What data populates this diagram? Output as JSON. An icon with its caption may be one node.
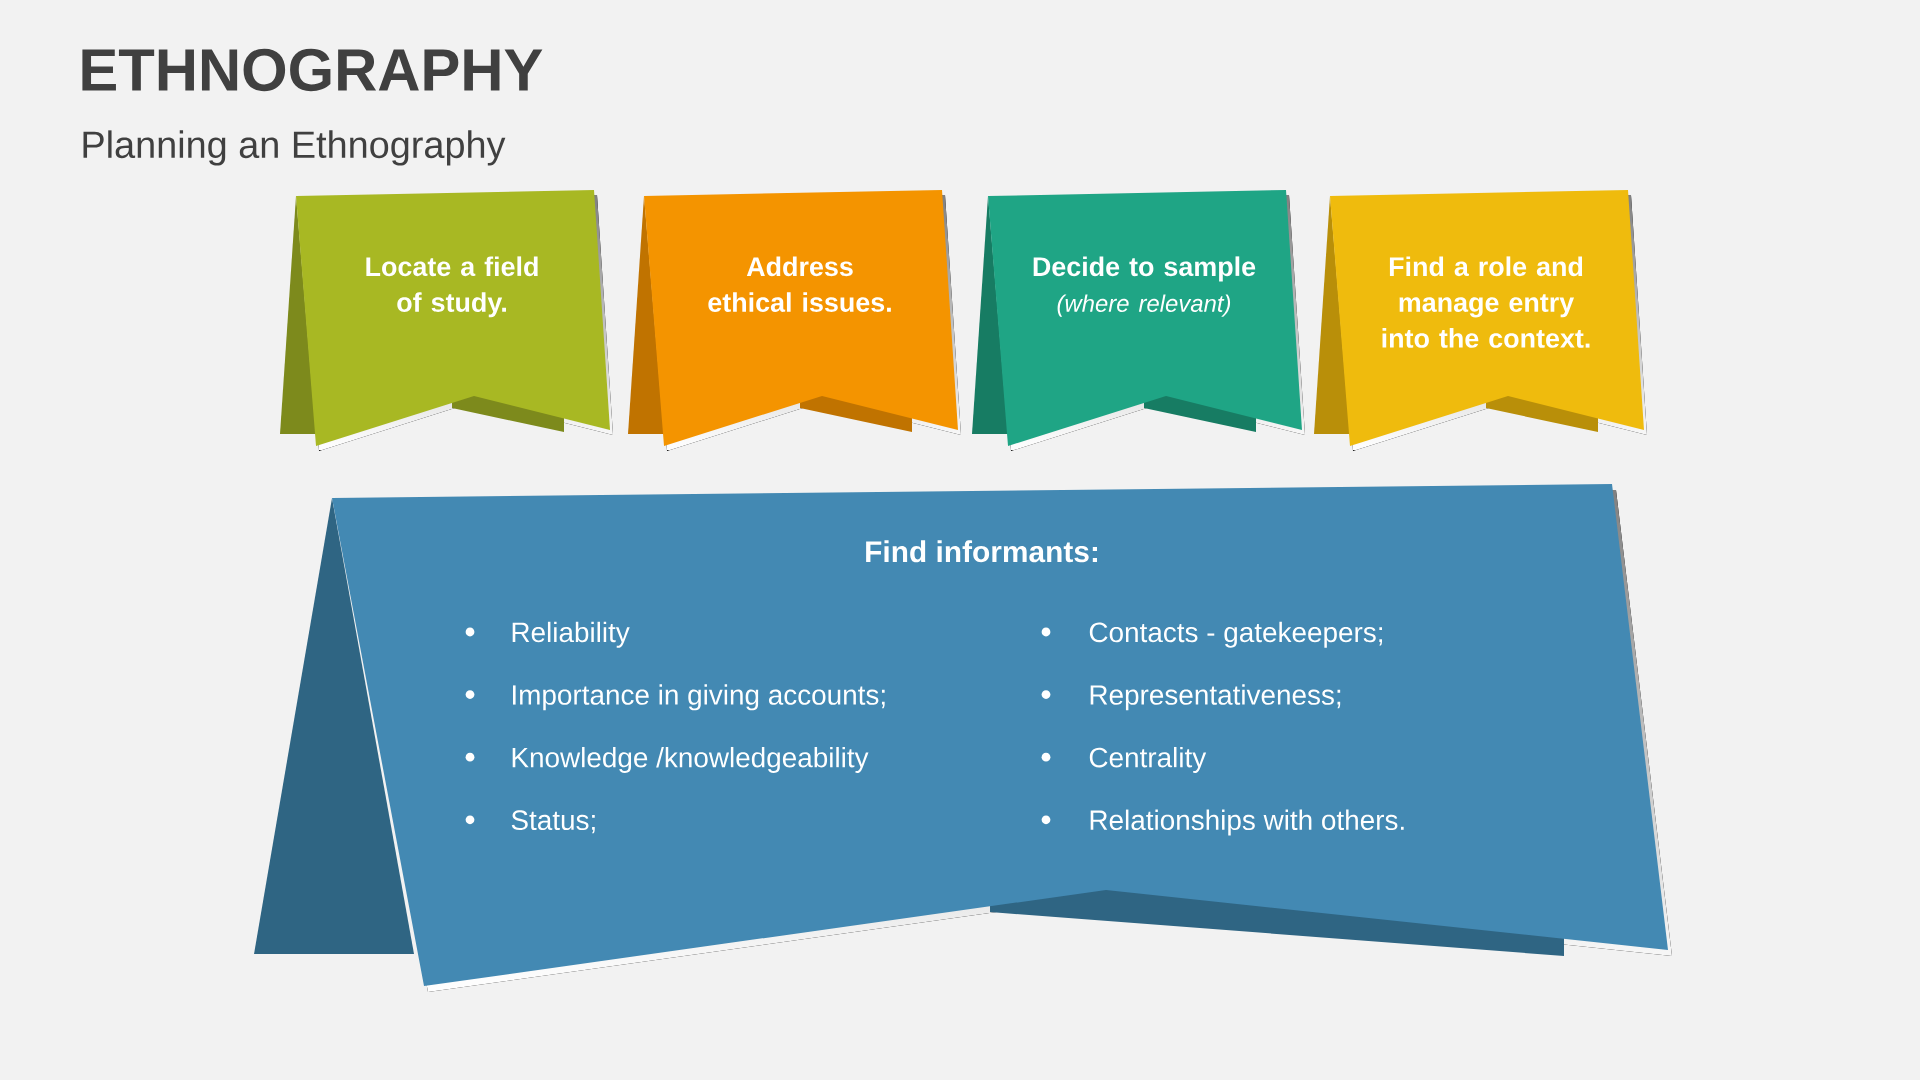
{
  "diagram": {
    "title": "ETHNOGRAPHY",
    "nodes": [
      {
        "text": [
          "Locate a field of study."
        ]
      },
      {
        "text": [
          "Address ethical issues."
        ]
      },
      {
        "text": [
          "Decide to sample",
          "(where relevant)"
        ]
      },
      {
        "text": [
          "Find a role and manage entry into the context."
        ]
      },
      {
        "text": [
          "Find informants:",
          "Reliability",
          "Importance in giving accounts;",
          "Knowledge /knowledgeability",
          "Status;",
          "Contacts - gatekeepers;",
          "Representativeness;",
          "Centrality",
          "Relationships with others."
        ]
      }
    ],
    "labels": [
      "Planning an Ethnography"
    ]
  }
}
